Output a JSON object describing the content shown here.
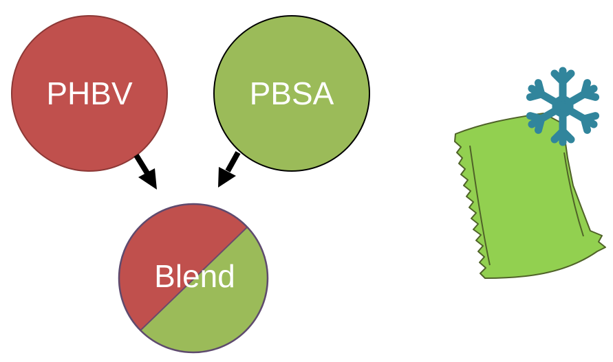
{
  "diagram": {
    "nodes": {
      "phbv": {
        "label": "PHBV",
        "color": "#c0504d"
      },
      "pbsa": {
        "label": "PBSA",
        "color": "#9bbb59"
      },
      "blend": {
        "label": "Blend",
        "colors": [
          "#c0504d",
          "#9bbb59"
        ]
      }
    },
    "edges": [
      {
        "from": "phbv",
        "to": "blend"
      },
      {
        "from": "pbsa",
        "to": "blend"
      }
    ],
    "illustration": {
      "bag_color": "#92d050",
      "snowflake_color": "#31859c",
      "icons": [
        "frozen-bag-icon",
        "snowflake-icon"
      ]
    }
  }
}
